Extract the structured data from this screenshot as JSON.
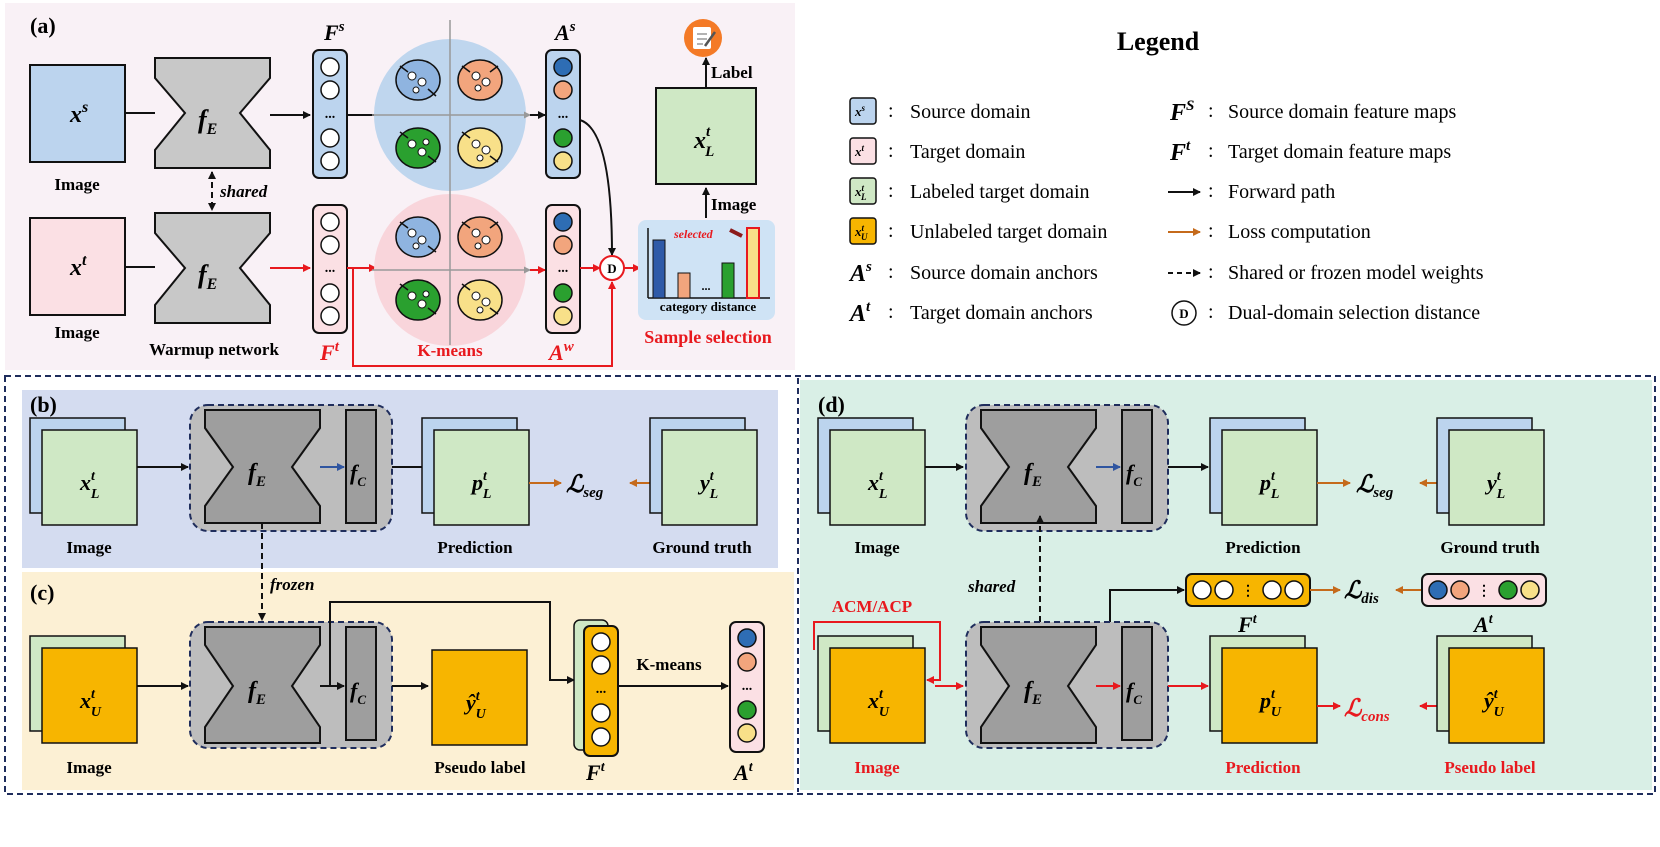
{
  "panel_a": {
    "tag": "(a)",
    "xs": "x",
    "xs_sup": "s",
    "xt": "x",
    "xt_sup": "t",
    "image_top": "Image",
    "image_bottom": "Image",
    "fe_top": "f",
    "fe_top_sub": "E",
    "fe_bottom": "f",
    "fe_bottom_sub": "E",
    "shared": "shared",
    "warmup": "Warmup network",
    "Fs": "F",
    "Fs_sup": "s",
    "Ft": "F",
    "Ft_sup": "t",
    "kmeans": "K-means",
    "As": "A",
    "As_sup": "s",
    "Aw": "A",
    "Aw_sup": "w",
    "D": "D",
    "label": "Label",
    "image_right": "Image",
    "xLt": "x",
    "xLt_sup": "t",
    "xLt_sub": "L",
    "selected": "selected",
    "category_distance": "category distance",
    "sample_selection": "Sample selection",
    "dots": "..."
  },
  "legend": {
    "title": "Legend",
    "left": [
      {
        "sym": "x",
        "sup": "s",
        "sub": "",
        "text": "Source domain",
        "color": "#bcd4ee"
      },
      {
        "sym": "x",
        "sup": "t",
        "sub": "",
        "text": "Target domain",
        "color": "#fbe0e4"
      },
      {
        "sym": "x",
        "sup": "t",
        "sub": "L",
        "text": "Labeled target domain",
        "color": "#cfe8c5"
      },
      {
        "sym": "x",
        "sup": "t",
        "sub": "U",
        "text": "Unlabeled target domain",
        "color": "#f7b500"
      },
      {
        "sym": "A",
        "sup": "s",
        "sub": "",
        "text": "Source domain anchors",
        "color": ""
      },
      {
        "sym": "A",
        "sup": "t",
        "sub": "",
        "text": "Target domain anchors",
        "color": ""
      }
    ],
    "right": [
      {
        "sym": "F",
        "sup": "S",
        "text": "Source domain feature maps"
      },
      {
        "sym": "F",
        "sup": "t",
        "text": "Target domain feature maps"
      },
      {
        "sym": "",
        "sup": "",
        "text": "Forward path"
      },
      {
        "sym": "",
        "sup": "",
        "text": "Loss computation"
      },
      {
        "sym": "",
        "sup": "",
        "text": "Shared or frozen model weights"
      },
      {
        "sym": "D",
        "sup": "",
        "text": "Dual-domain selection distance"
      }
    ],
    "colon": ":"
  },
  "panel_b": {
    "tag": "(b)",
    "xL": "x",
    "xL_sup": "t",
    "xL_sub": "L",
    "fE": "f",
    "fE_sub": "E",
    "fC": "f",
    "fC_sub": "C",
    "pL": "p",
    "pL_sup": "t",
    "pL_sub": "L",
    "loss": "ℒ",
    "loss_sub": "seg",
    "yL": "y",
    "yL_sup": "t",
    "yL_sub": "L",
    "image": "Image",
    "prediction": "Prediction",
    "ground_truth": "Ground truth",
    "frozen": "frozen"
  },
  "panel_c": {
    "tag": "(c)",
    "xU": "x",
    "xU_sup": "t",
    "xU_sub": "U",
    "fE": "f",
    "fE_sub": "E",
    "fC": "f",
    "fC_sub": "C",
    "yhat": "ŷ",
    "yhat_sup": "t",
    "yhat_sub": "U",
    "image": "Image",
    "pseudo_label": "Pseudo label",
    "Ft": "F",
    "Ft_sup": "t",
    "kmeans": "K-means",
    "At": "A",
    "At_sup": "t"
  },
  "panel_d": {
    "tag": "(d)",
    "xL": "x",
    "xL_sup": "t",
    "xL_sub": "L",
    "fE_top": "f",
    "fE_top_sub": "E",
    "fC_top": "f",
    "fC_top_sub": "C",
    "pL": "p",
    "pL_sup": "t",
    "pL_sub": "L",
    "loss_seg": "ℒ",
    "loss_seg_sub": "seg",
    "yL": "y",
    "yL_sup": "t",
    "yL_sub": "L",
    "image_top": "Image",
    "prediction_top": "Prediction",
    "ground_truth": "Ground truth",
    "shared": "shared",
    "acm": "ACM/ACP",
    "Ft": "F",
    "Ft_sup": "t",
    "loss_dis": "ℒ",
    "loss_dis_sub": "dis",
    "At": "A",
    "At_sup": "t",
    "xU": "x",
    "xU_sup": "t",
    "xU_sub": "U",
    "fE_bot": "f",
    "fE_bot_sub": "E",
    "fC_bot": "f",
    "fC_bot_sub": "C",
    "pU": "p",
    "pU_sup": "t",
    "pU_sub": "U",
    "loss_cons": "ℒ",
    "loss_cons_sub": "cons",
    "yhat": "ŷ",
    "yhat_sup": "t",
    "yhat_sub": "U",
    "image_bot": "Image",
    "prediction_bot": "Prediction",
    "pseudo_label": "Pseudo label"
  },
  "colors": {
    "blue_fill": "#bcd4ee",
    "pink_fill": "#fbe0e4",
    "green_fill": "#cfe8c5",
    "orange_fill": "#f7b500",
    "red": "#e8191e",
    "brown_arrow": "#c56a1b",
    "navy_dash": "#1f2d5c"
  }
}
